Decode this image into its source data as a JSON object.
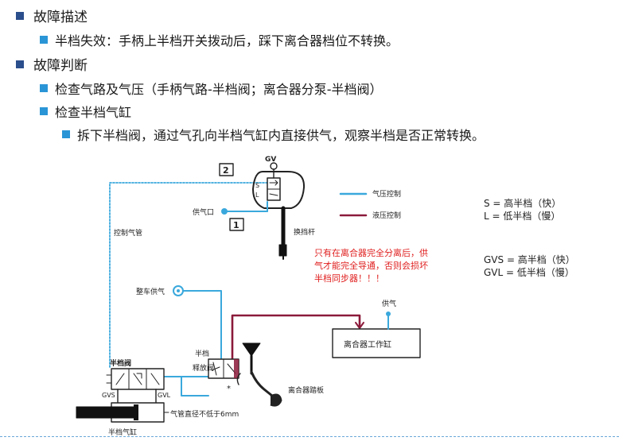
{
  "slide": {
    "items": [
      {
        "level": 1,
        "text": "故障描述"
      },
      {
        "level": 2,
        "text": "半档失效：手柄上半档开关拨动后，踩下离合器档位不转换。"
      },
      {
        "level": 1,
        "text": "故障判断"
      },
      {
        "level": 2,
        "text": "检查气路及气压（手柄气路-半档阀；离合器分泵-半档阀）"
      },
      {
        "level": 2,
        "text": "检查半档气缸"
      },
      {
        "level": 3,
        "text": "拆下半档阀，通过气孔向半档气缸内直接供气，观察半档是否正常转换。"
      }
    ]
  },
  "diagram": {
    "labels": {
      "gv": "GV",
      "s": "S",
      "l": "L",
      "box2": "2",
      "box1": "1",
      "supply_port": "供气口",
      "shift_lever": "换挡杆",
      "control_pipe": "控制气管",
      "vehicle_supply": "整车供气",
      "supply": "供气",
      "clutch_cylinder": "离合器工作缸",
      "half_valve": "半档阀",
      "release_valve_1": "半档",
      "release_valve_2": "释放阀",
      "gvs": "GVS",
      "gvl": "GVL",
      "star": "*",
      "pipe_note": "气管直径不低于6mm",
      "half_cylinder": "半档气缸",
      "clutch_pedal": "离合器踏板"
    },
    "legend": {
      "air": "气压控制",
      "hydraulic": "液压控制"
    },
    "warning": [
      "只有在离合器完全分离后，供",
      "气才能完全导通，否则会损坏",
      "半档同步器！！！"
    ],
    "definitions": [
      "S = 高半档（快）",
      "L  = 低半档（慢）",
      "GVS = 高半档（快）",
      "GVL  = 低半档（慢）"
    ],
    "colors": {
      "air": "#3aa8dc",
      "hydraulic": "#8b1a3a",
      "warning": "#e02020",
      "bullet1": "#2b4e8c",
      "bullet2": "#2a95d6"
    }
  }
}
